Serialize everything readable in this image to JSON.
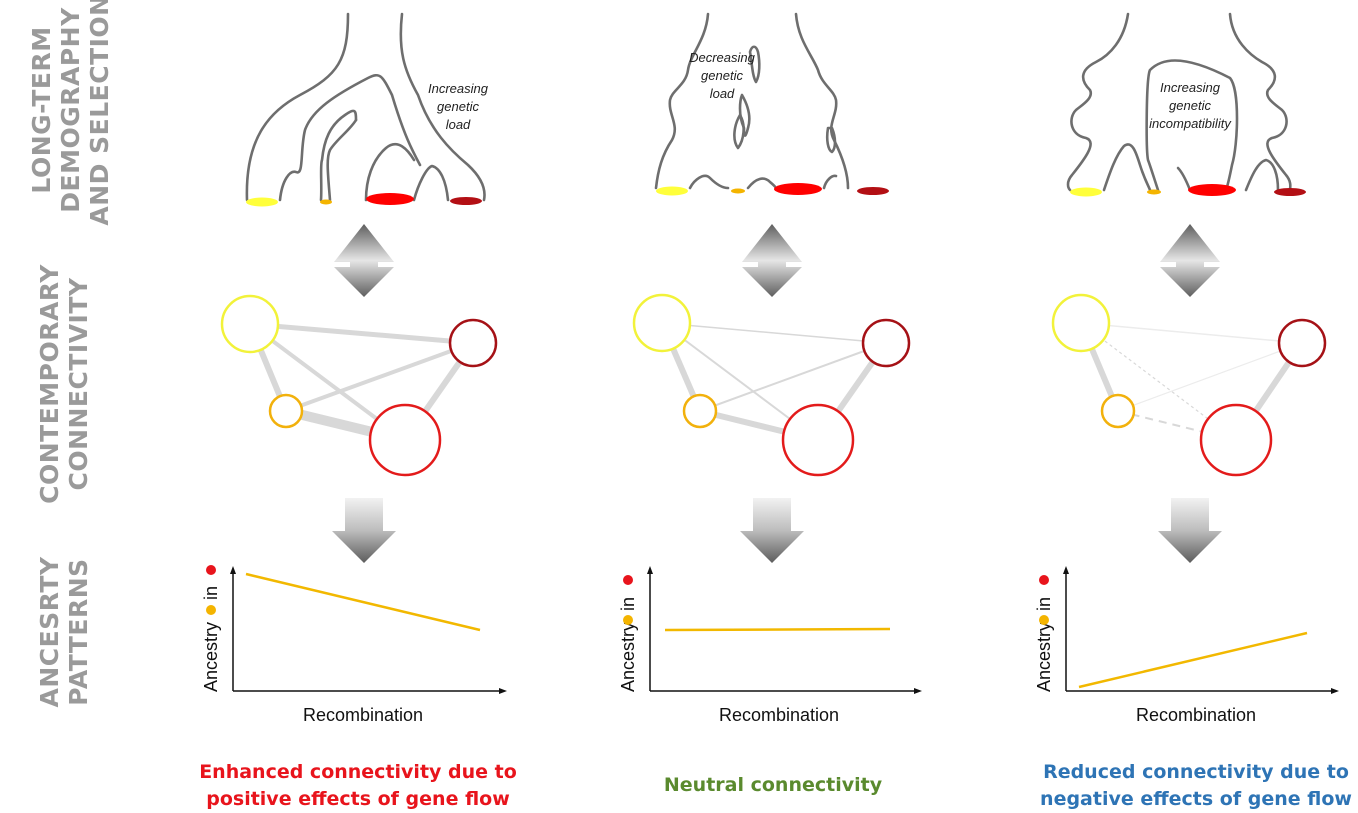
{
  "row_labels": {
    "top": [
      "LONG-TERM",
      "DEMOGRAPHY",
      "AND SELECTION"
    ],
    "middle": [
      "CONTEMPORARY",
      "CONNECTIVITY"
    ],
    "bottom": [
      "ANCESRTY",
      "PATTERNS"
    ]
  },
  "panels": [
    {
      "tree_note": [
        "Increasing",
        "genetic",
        "load"
      ],
      "x_label": "Recombination",
      "y_label": "Ancestry",
      "y_label_in": "in",
      "caption": [
        "Enhanced connectivity due to",
        "positive effects of gene flow"
      ],
      "caption_color": "#e8141c",
      "trend": "decreasing"
    },
    {
      "tree_note": [
        "Decreasing",
        "genetic",
        "load"
      ],
      "x_label": "Recombination",
      "y_label": "Ancestry",
      "y_label_in": "in",
      "caption": [
        "Neutral connectivity"
      ],
      "caption_color": "#5a8a2e",
      "trend": "flat"
    },
    {
      "tree_note": [
        "Increasing",
        "genetic",
        "incompatibility"
      ],
      "x_label": "Recombination",
      "y_label": "Ancestry",
      "y_label_in": "in",
      "caption": [
        "Reduced connectivity due to",
        "negative effects of gene flow"
      ],
      "caption_color": "#2e74b5",
      "trend": "increasing"
    }
  ],
  "colors": {
    "pop_yellow": "#ffff3b",
    "pop_orange": "#f4b400",
    "pop_red": "#ff0000",
    "pop_darkred": "#b30f14",
    "node_yellow_stroke": "#f2f23a",
    "node_orange_stroke": "#f2b10c",
    "node_red_stroke": "#e31b1b",
    "node_darkred_stroke": "#a51116",
    "trend_line": "#f2b800",
    "edge_gray": "#d8d8d8"
  }
}
